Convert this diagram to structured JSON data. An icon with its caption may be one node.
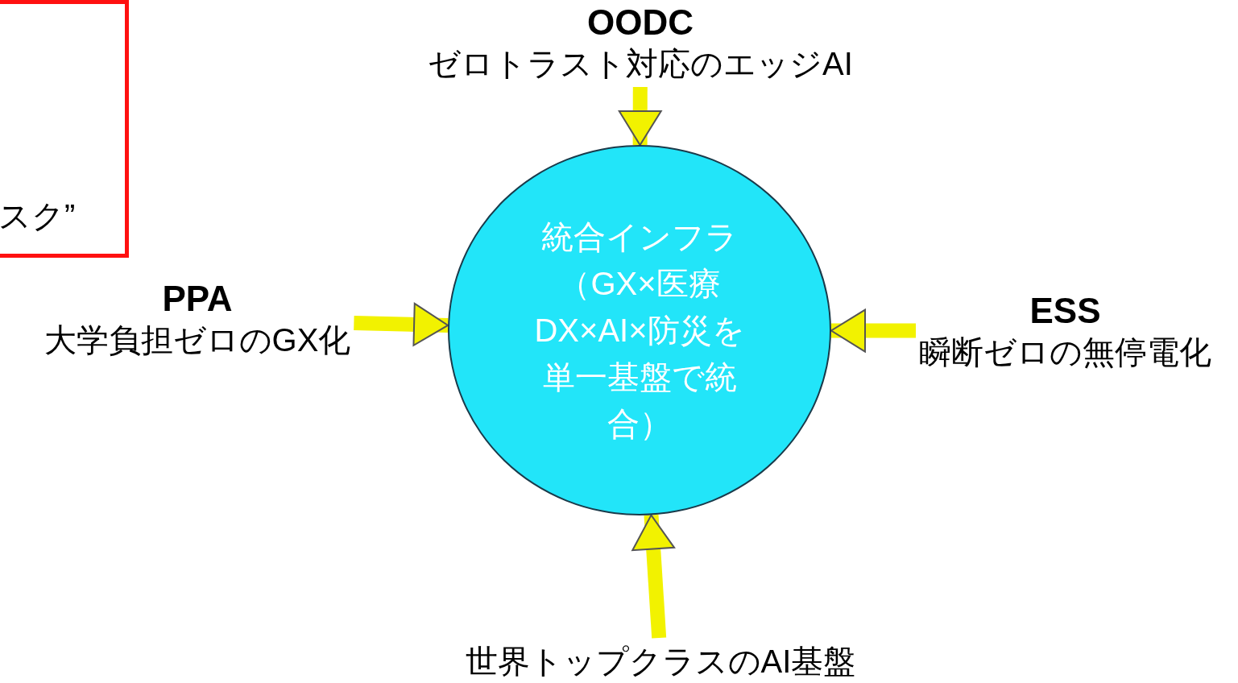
{
  "diagram": {
    "nodes": [
      {
        "text": [
          "スク”"
        ]
      },
      {
        "text": [
          "OODC",
          "ゼロトラスト対応のエッジAI"
        ]
      },
      {
        "text": [
          "PPA",
          "大学負担ゼロのGX化"
        ]
      },
      {
        "text": [
          "統合インフラ（GX×医療DX×AI×防災を単一基盤で統合）"
        ]
      },
      {
        "text": [
          "ESS",
          "瞬断ゼロの無停電化"
        ]
      },
      {
        "text": [
          "世界トップクラスのAI基盤"
        ]
      }
    ],
    "edges": [
      {
        "from": 1,
        "to": 3,
        "arrow": "to"
      },
      {
        "from": 2,
        "to": 3,
        "arrow": "to"
      },
      {
        "from": 4,
        "to": 3,
        "arrow": "to"
      },
      {
        "from": 5,
        "to": 3,
        "arrow": "to"
      }
    ]
  }
}
